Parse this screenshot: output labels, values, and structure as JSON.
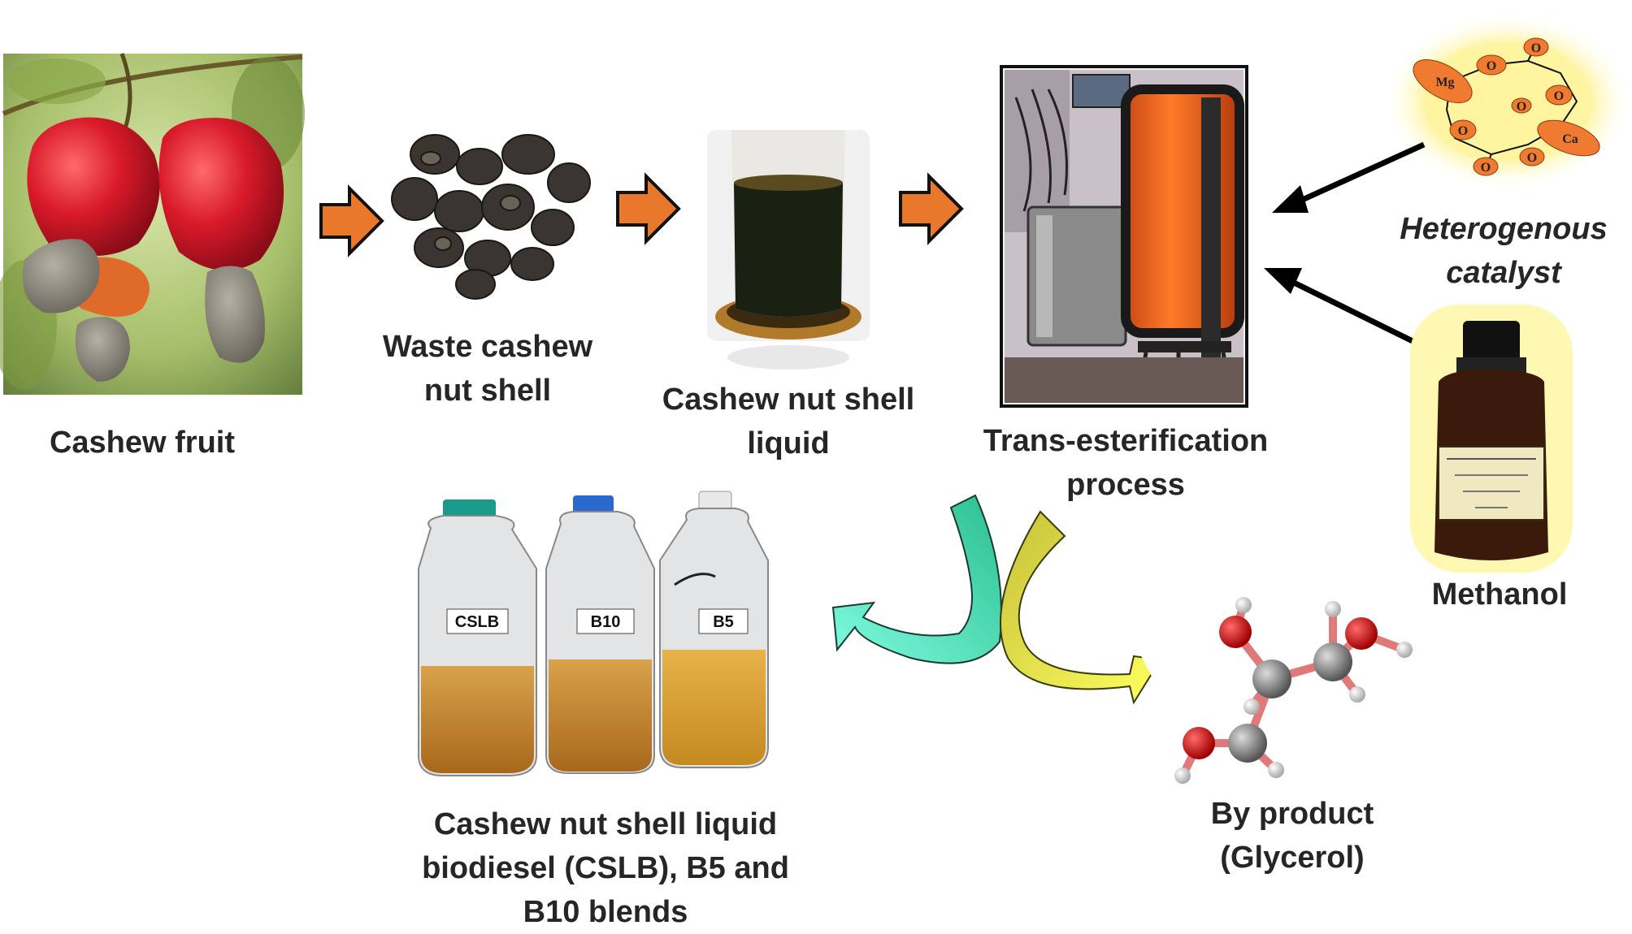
{
  "nodes": {
    "cashew_fruit": {
      "label": [
        "Cashew fruit"
      ]
    },
    "waste_shell": {
      "label": [
        "Waste cashew",
        "nut shell"
      ]
    },
    "cnsl": {
      "label": [
        "Cashew nut shell",
        "liquid"
      ]
    },
    "transesterification": {
      "label": [
        "Trans-esterification",
        "process"
      ]
    },
    "catalyst": {
      "label": [
        "Heterogenous",
        "catalyst"
      ],
      "atoms": [
        "Mg",
        "O",
        "O",
        "O",
        "O",
        "O",
        "O",
        "O",
        "Ca"
      ]
    },
    "methanol": {
      "label": [
        "Methanol"
      ]
    },
    "biodiesel": {
      "label": [
        "Cashew nut shell liquid",
        "biodiesel (CSLB), B5 and",
        "B10 blends"
      ],
      "bottles": [
        "CSLB",
        "B10",
        "B5"
      ]
    },
    "byproduct": {
      "label": [
        "By product",
        "(Glycerol)"
      ]
    }
  },
  "colors": {
    "flow_arrow": "#e8792c",
    "input_arrow": "#000000",
    "return_arrow": "#5ff0c0",
    "forward_arrow": "#f0f060",
    "catalyst_node": "#f07a30",
    "catalyst_glow": "#ffe070",
    "oil": "#c98a2a"
  }
}
